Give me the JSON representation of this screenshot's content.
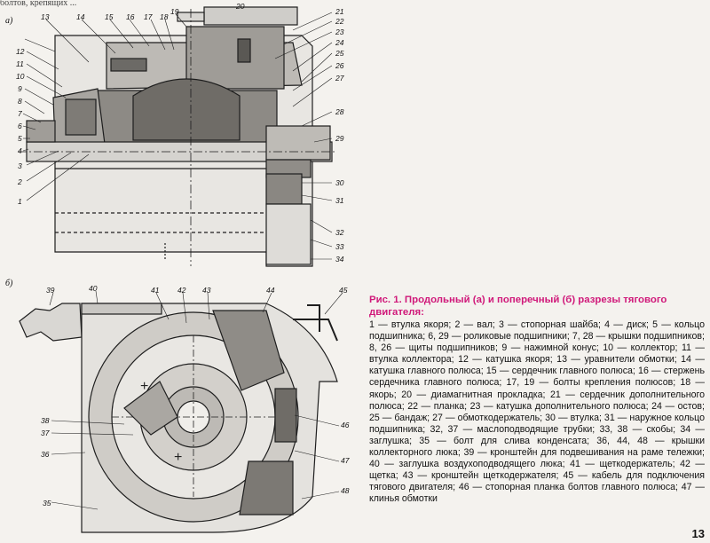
{
  "page": {
    "top_strip_text": "болтов, крепящих ...",
    "page_number": "13"
  },
  "figure": {
    "view_a_label": "а)",
    "view_b_label": "б)",
    "callouts_a": [
      "1",
      "2",
      "3",
      "4",
      "5",
      "6",
      "7",
      "8",
      "9",
      "10",
      "11",
      "12",
      "13",
      "14",
      "15",
      "16",
      "17",
      "18",
      "19",
      "20",
      "21",
      "22",
      "23",
      "24",
      "25",
      "26",
      "27",
      "28",
      "29",
      "30",
      "31",
      "32",
      "33",
      "34"
    ],
    "callouts_b": [
      "35",
      "36",
      "37",
      "38",
      "39",
      "40",
      "41",
      "42",
      "43",
      "44",
      "45",
      "46",
      "47",
      "48"
    ]
  },
  "caption": {
    "title": "Рис. 1. Продольный (а) и поперечный (б) разрезы тягового двигателя:",
    "legend": "1 — втулка якоря; 2 — вал; 3 — стопорная шайба; 4 — диск; 5 — кольцо подшипника; 6, 29 — роликовые подшипники; 7, 28 — крышки подшипников; 8, 26 — щиты подшипников; 9 — нажимной конус; 10 — коллектор; 11 — втулка коллектора; 12 — катушка якоря; 13 — уравнители обмотки; 14 — катушка главного полюса; 15 — сердечник главного полюса; 16 — стержень сердечника главного полюса; 17, 19 — болты крепления полюсов; 18 — якорь; 20 — диамагнитная прокладка; 21 — сердечник дополнительного полюса; 22 — планка; 23 — катушка дополнительного полюса; 24 — остов; 25 — бандаж; 27 — обмотко­держатель; 30 — втулка; 31 — наружное кольцо подшипника; 32, 37 — маслоподводящие трубки; 33, 38 — скобы; 34 — заглушка; 35 — болт для слива конденсата; 36, 44, 48 — крышки коллекторного люка; 39 — кронштейн для подвешивания на раме тележки; 40 — заглушка воздухоподводящего люка; 41 — щеткодержатель; 42 — щетка; 43 — кронштейн щеткодержателя; 45 — кабель для подключения тягового двигателя; 46 — стопорная планка болтов главного полюса; 47 — клинья обмотки"
  }
}
